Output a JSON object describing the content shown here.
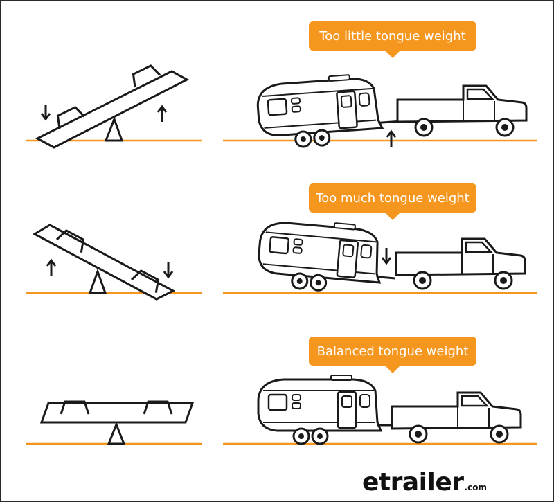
{
  "colors": {
    "accent": "#f5961e",
    "line": "#1a1a1a",
    "ground": "#f5961e"
  },
  "scenarios": [
    {
      "label": "Too little tongue weight"
    },
    {
      "label": "Too much tongue weight"
    },
    {
      "label": "Balanced tongue weight"
    }
  ],
  "brand": {
    "logo_word": "etrailer",
    "logo_suffix": ".com"
  },
  "icons": [
    "arrow-up-icon",
    "arrow-down-icon",
    "seesaw-icon",
    "travel-trailer-icon",
    "pickup-truck-icon"
  ]
}
